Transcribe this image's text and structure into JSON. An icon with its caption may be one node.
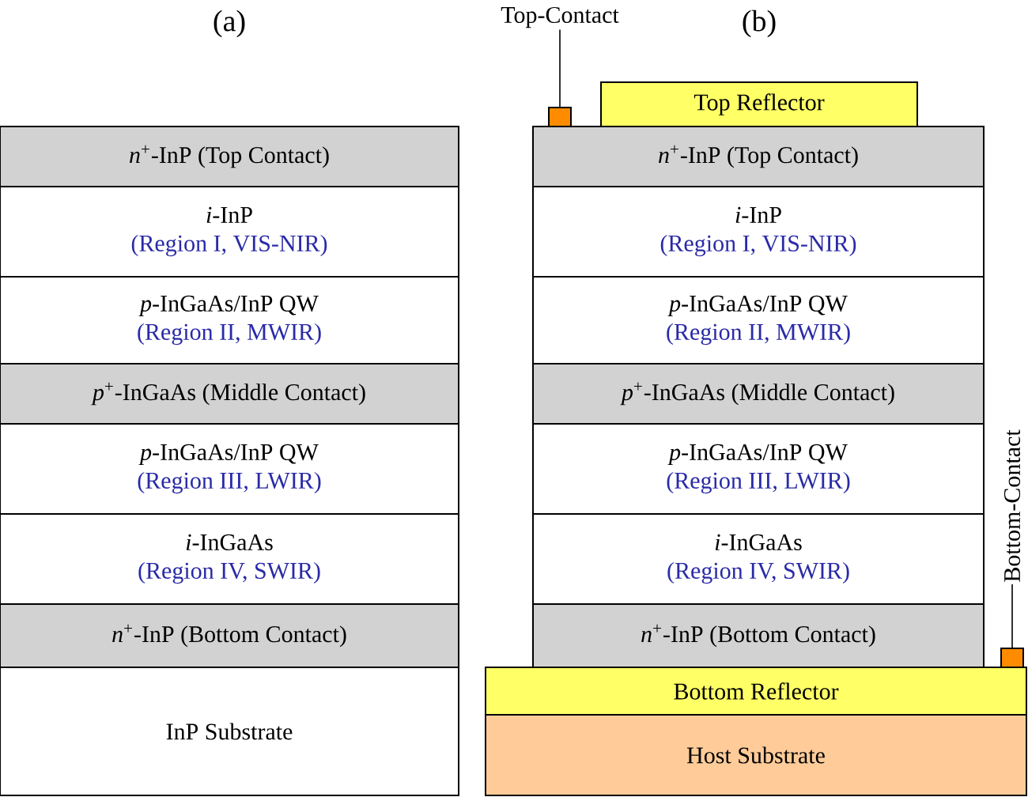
{
  "diagram": {
    "nodes": [
      {
        "text": [
          "*n*$^{+}$-InP (Top Contact)"
        ]
      },
      {
        "text": [
          "*i*-InP",
          "(Region I, VIS-NIR)"
        ]
      },
      {
        "text": [
          "*p*-InGaAs/InP QW",
          "(Region II, MWIR)"
        ]
      },
      {
        "text": [
          "*p*$^{+}$-InGaAs (Middle Contact)"
        ]
      },
      {
        "text": [
          "*p*-InGaAs/InP QW",
          "(Region III, LWIR)"
        ]
      },
      {
        "text": [
          "*i*-InGaAs",
          "(Region IV, SWIR)"
        ]
      },
      {
        "text": [
          "*n*$^{+}$-InP (Bottom Contact)"
        ]
      },
      {
        "text": [
          "InP Substrate"
        ]
      },
      {
        "text": [
          "Top-Contact"
        ]
      },
      {
        "text": [],
        "shape": "box"
      },
      {
        "text": [
          "Top Reflector"
        ]
      },
      {
        "text": [
          "*n*$^{+}$-InP (Top Contact)"
        ]
      },
      {
        "text": [
          "*i*-InP",
          "(Region I, VIS-NIR)"
        ]
      },
      {
        "text": [
          "*p*-InGaAs/InP QW",
          "(Region II, MWIR)"
        ]
      },
      {
        "text": [
          "*p*$^{+}$-InGaAs (Middle Contact)"
        ]
      },
      {
        "text": [
          "*p*-InGaAs/InP QW",
          "(Region III, LWIR)"
        ]
      },
      {
        "text": [
          "*i*-InGaAs",
          "(Region IV, SWIR)"
        ]
      },
      {
        "text": [
          "*n*$^{+}$-InP (Bottom Contact)"
        ]
      },
      {
        "text": [
          "Bottom Reflector"
        ]
      },
      {
        "text": [
          "Host Substrate"
        ]
      },
      {
        "text": [],
        "shape": "box"
      },
      {
        "text": [
          "Bottom-Contact"
        ]
      }
    ],
    "edges": [
      {
        "from": 8,
        "to": 9,
        "arrow": "none"
      },
      {
        "from": 21,
        "to": 20,
        "arrow": "none"
      }
    ],
    "labels": [
      "(a)",
      "(b)"
    ]
  }
}
